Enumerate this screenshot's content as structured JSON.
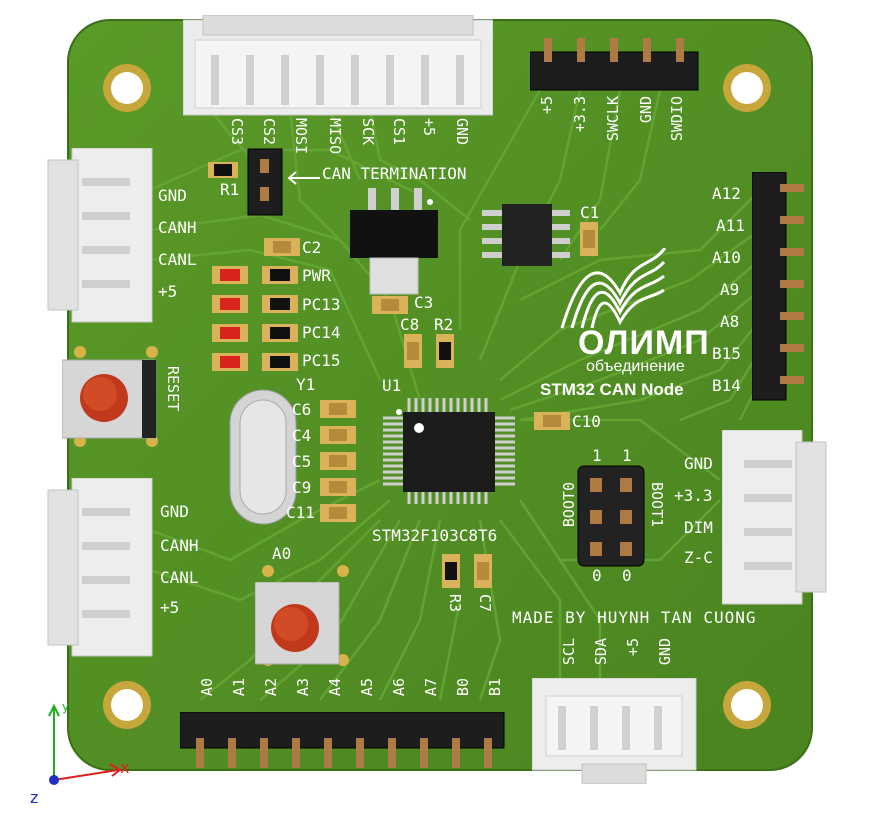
{
  "board": {
    "logo_name": "ОЛИМП",
    "logo_sub": "объединение",
    "board_title": "STM32 CAN Node",
    "made_by": "MADE BY HUYNH TAN CUONG",
    "mcu_part": "STM32F103C8T6",
    "can_termination": "CAN TERMINATION"
  },
  "top_connector": {
    "pins": [
      "CS3",
      "CS2",
      "MOSI",
      "MISO",
      "SCK",
      "CS1",
      "+5",
      "GND"
    ]
  },
  "swd_header": {
    "pins": [
      "+5",
      "+3.3",
      "SWCLK",
      "GND",
      "SWDIO"
    ]
  },
  "left_can_top": {
    "pins": [
      "GND",
      "CANH",
      "CANL",
      "+5"
    ]
  },
  "left_can_bottom": {
    "pins": [
      "GND",
      "CANH",
      "CANL",
      "+5"
    ]
  },
  "right_io_header": {
    "pins": [
      "A12",
      "A11",
      "A10",
      "A9",
      "A8",
      "B15",
      "B14"
    ]
  },
  "right_power_connector": {
    "pins": [
      "GND",
      "+3.3",
      "DIM",
      "Z-C"
    ]
  },
  "bottom_header": {
    "pins": [
      "A0",
      "A1",
      "A2",
      "A3",
      "A4",
      "A5",
      "A6",
      "A7",
      "B0",
      "B1"
    ]
  },
  "i2c_connector": {
    "pins": [
      "SCL",
      "SDA",
      "+5",
      "GND"
    ]
  },
  "leds": [
    "PWR",
    "PC13",
    "PC14",
    "PC15"
  ],
  "components": {
    "r1": "R1",
    "c2": "C2",
    "c1": "C1",
    "c3": "C3",
    "c8": "C8",
    "r2": "R2",
    "u1": "U1",
    "y1": "Y1",
    "c6": "C6",
    "c4": "C4",
    "c5": "C5",
    "c9": "C9",
    "c11": "C11",
    "c10": "C10",
    "r3": "R3",
    "c7": "C7"
  },
  "buttons": {
    "reset": "RESET",
    "a0": "A0"
  },
  "boot": {
    "boot0": "BOOT0",
    "boot1": "BOOT1",
    "one_left": "1",
    "one_right": "1",
    "zero_left": "0",
    "zero_right": "0"
  },
  "axes": {
    "x": "x",
    "y": "y",
    "z": "z"
  },
  "colors": {
    "pcb": "#4f8c22",
    "silk": "#ffffff",
    "connector": "#e9e9e9",
    "led": "#d8241c",
    "button": "#c0391c"
  }
}
